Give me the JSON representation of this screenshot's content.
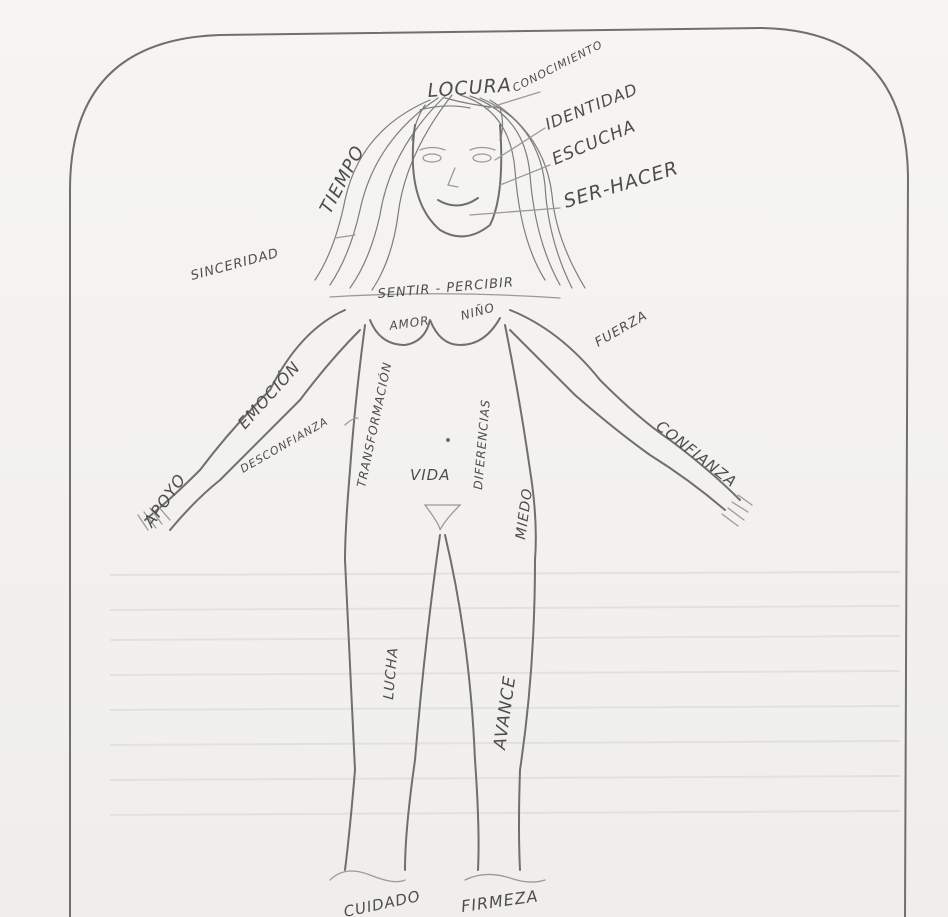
{
  "labels": {
    "locura": "LOCURA",
    "conocimiento": "CONOCIMIENTO",
    "identidad": "IDENTIDAD",
    "escucha": "ESCUCHA",
    "ser_hacer": "SER-HACER",
    "tiempo": "TIEMPO",
    "sinceridad": "SINCERIDAD",
    "sentir_percibir": "SENTIR - PERCIBIR",
    "amor": "AMOR",
    "niño": "NIÑO",
    "fuerza": "FUERZA",
    "emocion": "EMOCIÓN",
    "desconfianza": "DESCONFIANZA",
    "transformacion": "TRANSFORMACIÓN",
    "diferencias": "DIFERENCIAS",
    "vida": "VIDA",
    "miedo": "MIEDO",
    "confianza": "CONFIANZA",
    "apoyo": "APOYO",
    "lucha": "LUCHA",
    "avance": "AVANCE",
    "cuidado": "CUIDADO",
    "firmeza": "FIRMEZA"
  }
}
